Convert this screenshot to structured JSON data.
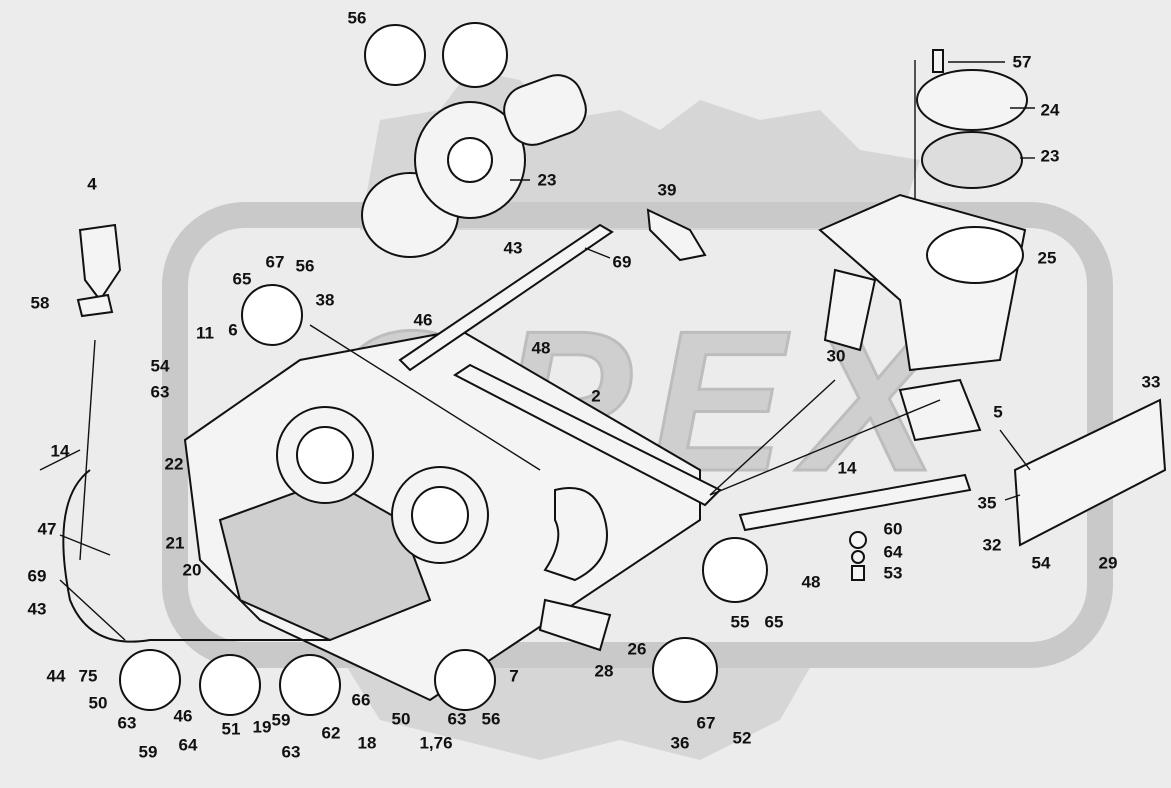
{
  "diagram": {
    "watermark": "OPEX",
    "callouts": [
      {
        "id": "c56a",
        "text": "56"
      },
      {
        "id": "c57",
        "text": "57"
      },
      {
        "id": "c24",
        "text": "24"
      },
      {
        "id": "c23a",
        "text": "23"
      },
      {
        "id": "c23b",
        "text": "23"
      },
      {
        "id": "c4",
        "text": "4"
      },
      {
        "id": "c39",
        "text": "39"
      },
      {
        "id": "c43a",
        "text": "43"
      },
      {
        "id": "c69a",
        "text": "69"
      },
      {
        "id": "c25",
        "text": "25"
      },
      {
        "id": "c67a",
        "text": "67"
      },
      {
        "id": "c56b",
        "text": "56"
      },
      {
        "id": "c65a",
        "text": "65"
      },
      {
        "id": "c38",
        "text": "38"
      },
      {
        "id": "c58",
        "text": "58"
      },
      {
        "id": "c46a",
        "text": "46"
      },
      {
        "id": "c48a",
        "text": "48"
      },
      {
        "id": "c11",
        "text": "11"
      },
      {
        "id": "c6",
        "text": "6"
      },
      {
        "id": "c30",
        "text": "30"
      },
      {
        "id": "c33",
        "text": "33"
      },
      {
        "id": "c54a",
        "text": "54"
      },
      {
        "id": "c63a",
        "text": "63"
      },
      {
        "id": "c2",
        "text": "2"
      },
      {
        "id": "c5",
        "text": "5"
      },
      {
        "id": "c14a",
        "text": "14"
      },
      {
        "id": "c14b",
        "text": "14"
      },
      {
        "id": "c22",
        "text": "22"
      },
      {
        "id": "c35",
        "text": "35"
      },
      {
        "id": "c47",
        "text": "47"
      },
      {
        "id": "c60",
        "text": "60"
      },
      {
        "id": "c21",
        "text": "21"
      },
      {
        "id": "c32",
        "text": "32"
      },
      {
        "id": "c64a",
        "text": "64"
      },
      {
        "id": "c54b",
        "text": "54"
      },
      {
        "id": "c29",
        "text": "29"
      },
      {
        "id": "c20",
        "text": "20"
      },
      {
        "id": "c53",
        "text": "53"
      },
      {
        "id": "c69b",
        "text": "69"
      },
      {
        "id": "c48b",
        "text": "48"
      },
      {
        "id": "c43b",
        "text": "43"
      },
      {
        "id": "c55",
        "text": "55"
      },
      {
        "id": "c65b",
        "text": "65"
      },
      {
        "id": "c26",
        "text": "26"
      },
      {
        "id": "c28",
        "text": "28"
      },
      {
        "id": "c7",
        "text": "7"
      },
      {
        "id": "c44",
        "text": "44"
      },
      {
        "id": "c75",
        "text": "75"
      },
      {
        "id": "c66",
        "text": "66"
      },
      {
        "id": "c50a",
        "text": "50"
      },
      {
        "id": "c46b",
        "text": "46"
      },
      {
        "id": "c50b",
        "text": "50"
      },
      {
        "id": "c63b",
        "text": "63"
      },
      {
        "id": "c56c",
        "text": "56"
      },
      {
        "id": "c67b",
        "text": "67"
      },
      {
        "id": "c52",
        "text": "52"
      },
      {
        "id": "c51",
        "text": "51"
      },
      {
        "id": "c59a",
        "text": "59"
      },
      {
        "id": "c63c",
        "text": "63"
      },
      {
        "id": "c64b",
        "text": "64"
      },
      {
        "id": "c19",
        "text": "19"
      },
      {
        "id": "c59b",
        "text": "59"
      },
      {
        "id": "c63d",
        "text": "63"
      },
      {
        "id": "c62",
        "text": "62"
      },
      {
        "id": "c18",
        "text": "18"
      },
      {
        "id": "c176",
        "text": "1,76"
      },
      {
        "id": "c36",
        "text": "36"
      }
    ]
  }
}
